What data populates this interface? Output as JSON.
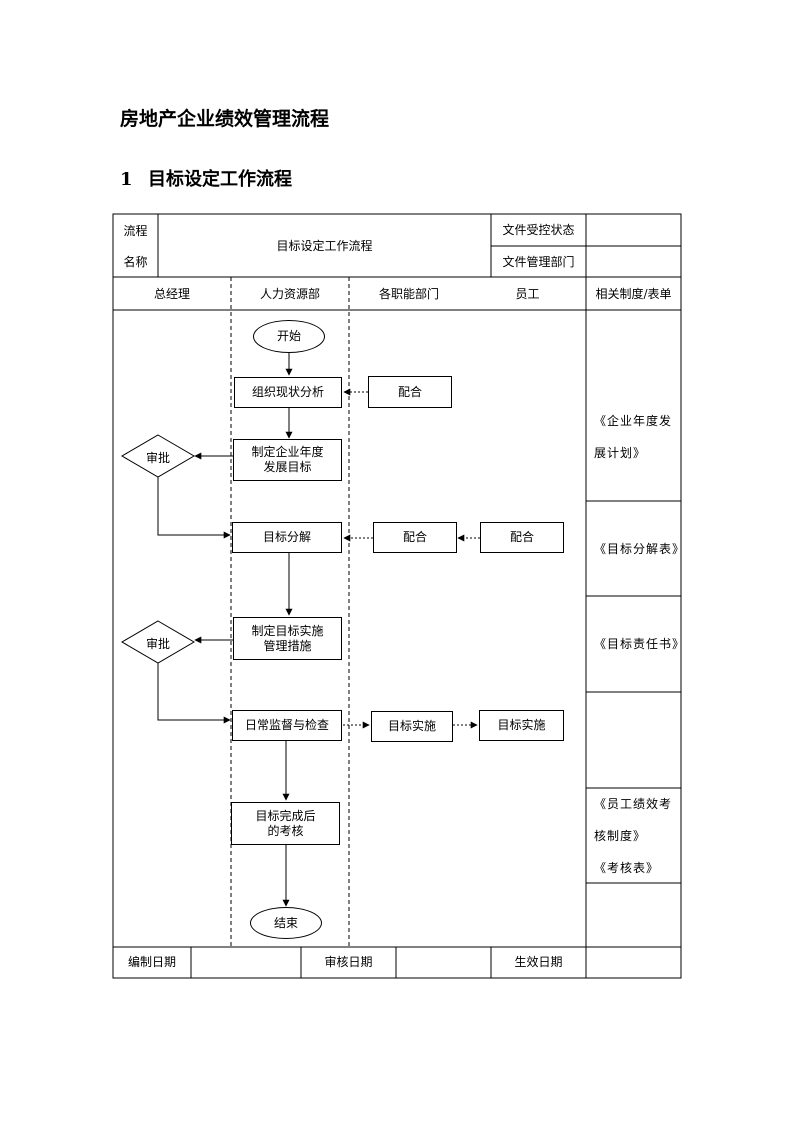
{
  "document": {
    "title": "房地产企业绩效管理流程",
    "section_number": "1",
    "section_title": "目标设定工作流程"
  },
  "header": {
    "process_label_line1": "流程",
    "process_label_line2": "名称",
    "process_name": "目标设定工作流程",
    "file_status_label": "文件受控状态",
    "file_status_value": "",
    "file_dept_label": "文件管理部门",
    "file_dept_value": ""
  },
  "lanes": {
    "gm": "总经理",
    "hr": "人力资源部",
    "depts": "各职能部门",
    "staff": "员工",
    "forms": "相关制度/表单"
  },
  "flow": {
    "start": "开始",
    "step1": "组织现状分析",
    "step1_coop": "配合",
    "step2_line1": "制定企业年度",
    "step2_line2": "发展目标",
    "approve1": "审批",
    "step3": "目标分解",
    "step3_coop_dept": "配合",
    "step3_coop_staff": "配合",
    "step4_line1": "制定目标实施",
    "step4_line2": "管理措施",
    "approve2": "审批",
    "step5": "日常监督与检查",
    "step5_dept": "目标实施",
    "step5_staff": "目标实施",
    "step6_line1": "目标完成后",
    "step6_line2": "的考核",
    "end": "结束"
  },
  "forms": {
    "form1_line1": "《企业年度发",
    "form1_line2": "展计划》",
    "form2": "《目标分解表》",
    "form3": "《目标责任书》",
    "form4_line1": "《员工绩效考",
    "form4_line2": "核制度》",
    "form4_line3": "《考核表》"
  },
  "footer": {
    "compile_date_label": "编制日期",
    "compile_date_value": "",
    "review_date_label": "审核日期",
    "review_date_value": "",
    "effective_date_label": "生效日期",
    "effective_date_value": ""
  }
}
